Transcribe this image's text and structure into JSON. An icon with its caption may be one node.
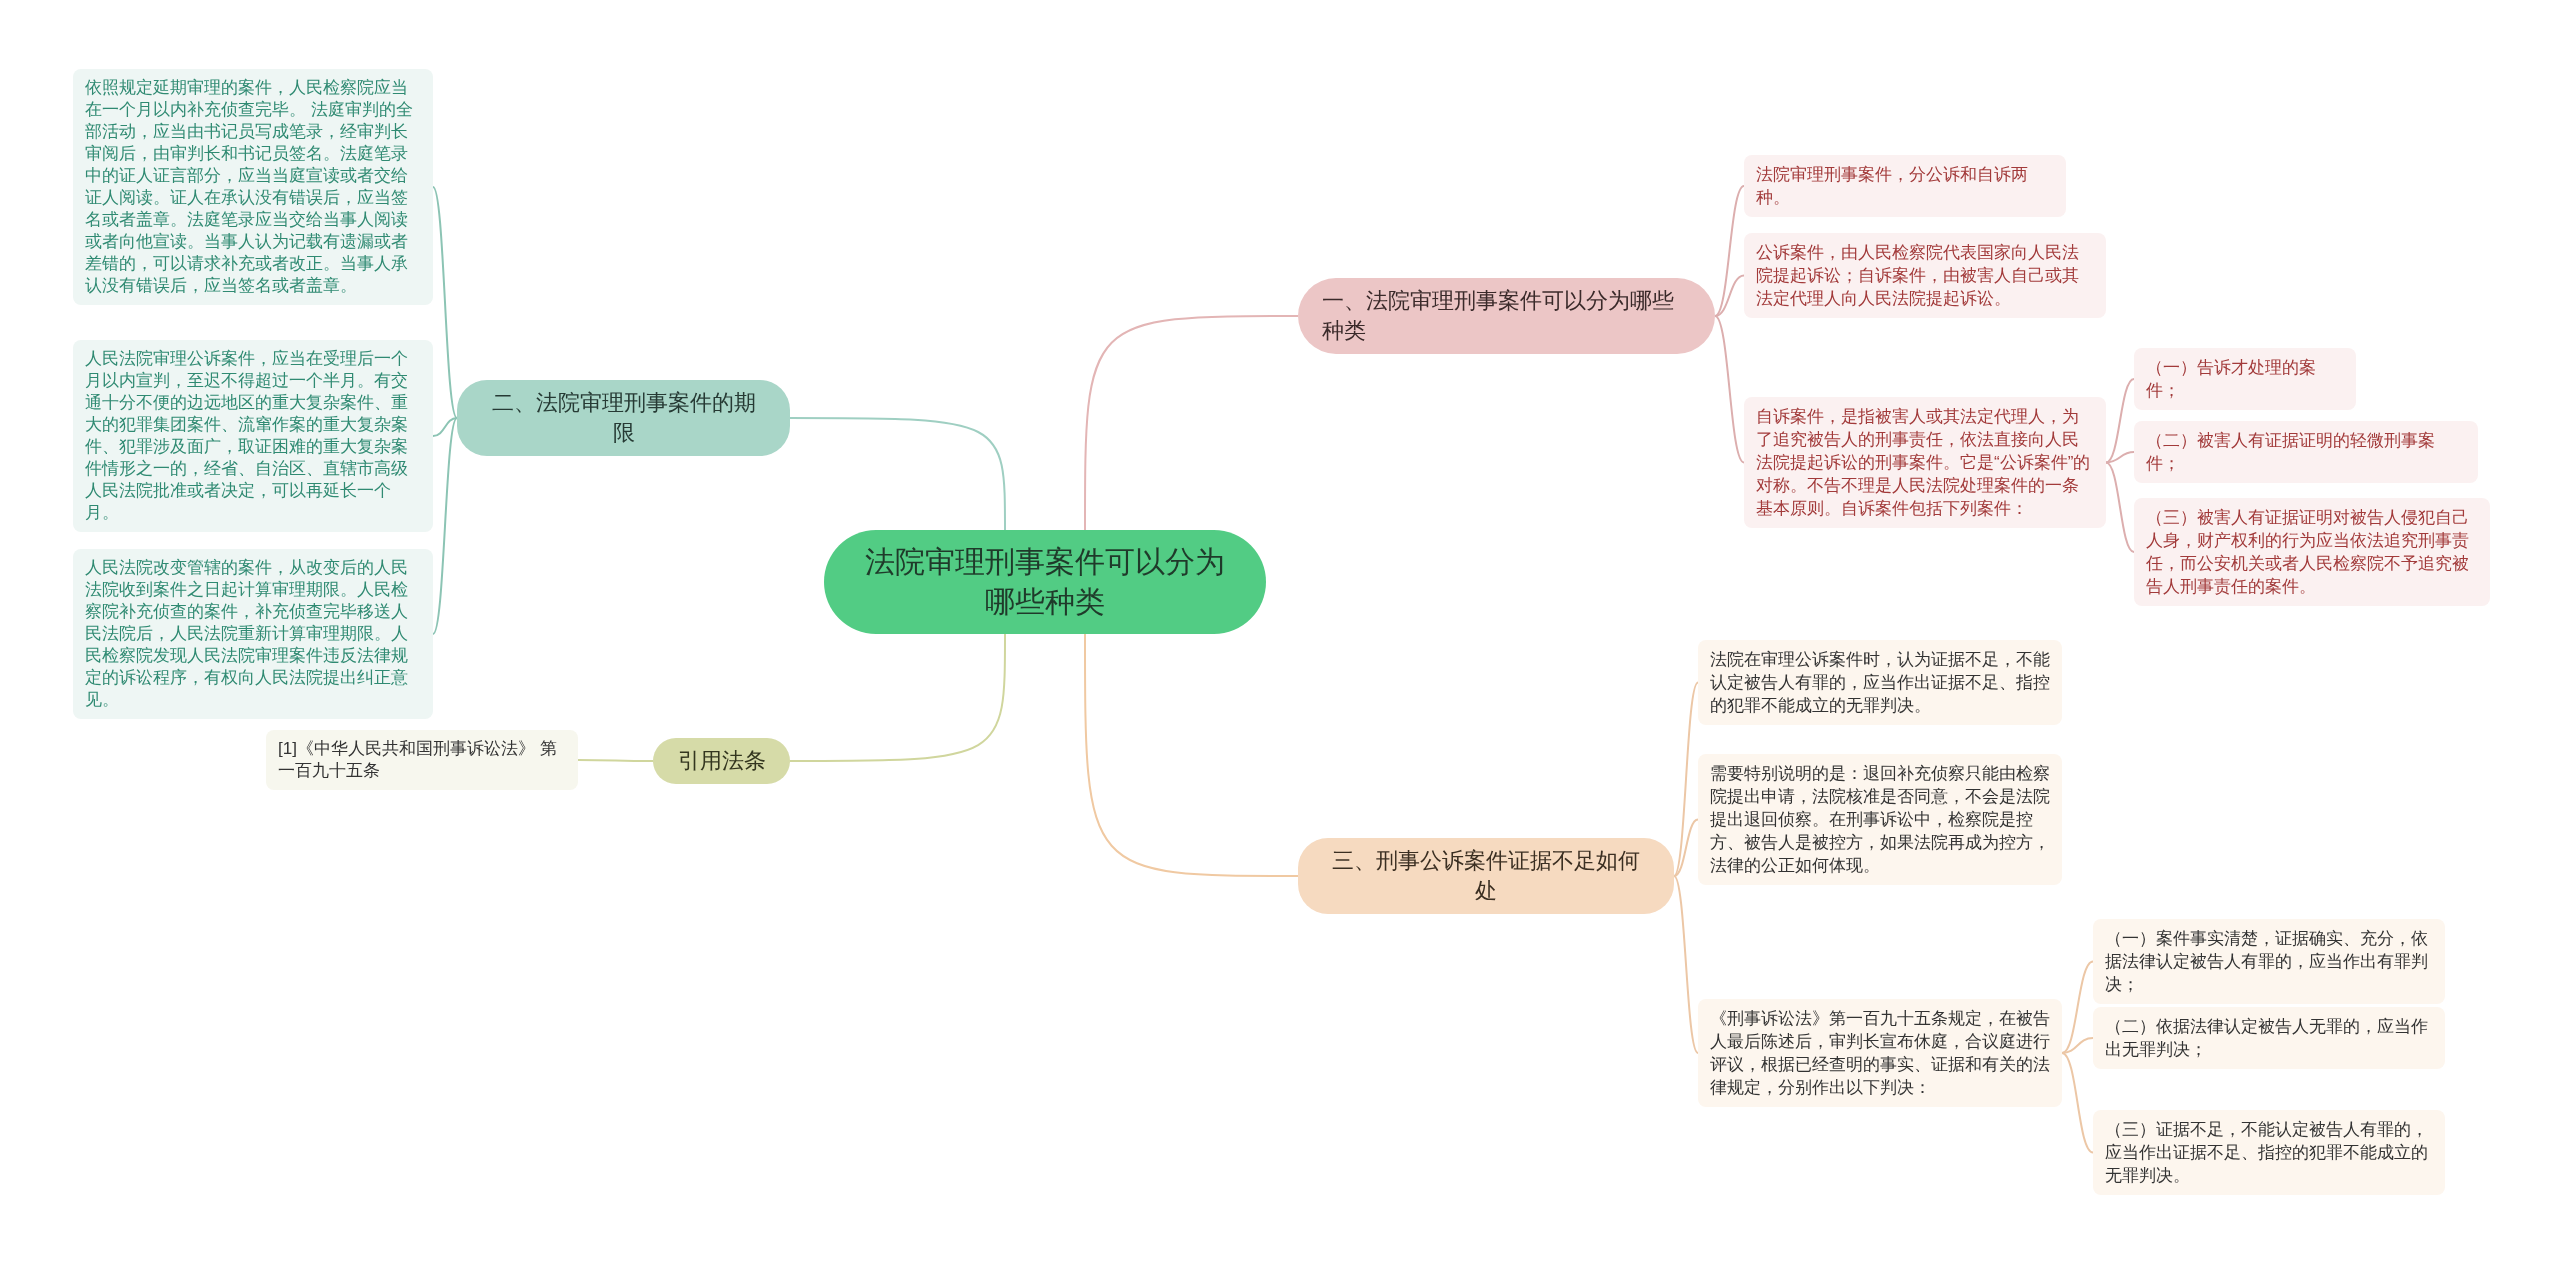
{
  "diagram": {
    "nodes": [
      {
        "text": [
          "法院审理刑事案件可以分为哪些种类"
        ]
      },
      {
        "text": [
          "一、法院审理刑事案件可以分为哪些种类"
        ]
      },
      {
        "text": [
          "法院审理刑事案件，分公诉和自诉两种。"
        ]
      },
      {
        "text": [
          "公诉案件，由人民检察院代表国家向人民法院提起诉讼；自诉案件，由被害人自己或其法定代理人向人民法院提起诉讼。"
        ]
      },
      {
        "text": [
          "自诉案件，是指被害人或其法定代理人，为了追究被告人的刑事责任，依法直接向人民法院提起诉讼的刑事案件。它是“公诉案件”的对称。不告不理是人民法院处理案件的一条基本原则。自诉案件包括下列案件："
        ]
      },
      {
        "text": [
          "（一）告诉才处理的案件；"
        ]
      },
      {
        "text": [
          "（二）被害人有证据证明的轻微刑事案件；"
        ]
      },
      {
        "text": [
          "（三）被害人有证据证明对被告人侵犯自己人身，财产权利的行为应当依法追究刑事责任，而公安机关或者人民检察院不予追究被告人刑事责任的案件。"
        ]
      },
      {
        "text": [
          "二、法院审理刑事案件的期限"
        ]
      },
      {
        "text": [
          "依照规定延期审理的案件，人民检察院应当在一个月以内补充侦查完毕。 法庭审判的全部活动，应当由书记员写成笔录，经审判长审阅后，由审判长和书记员签名。法庭笔录中的证人证言部分，应当当庭宣读或者交给证人阅读。证人在承认没有错误后，应当签名或者盖章。法庭笔录应当交给当事人阅读或者向他宣读。当事人认为记载有遗漏或者差错的，可以请求补充或者改正。当事人承认没有错误后，应当签名或者盖章。"
        ]
      },
      {
        "text": [
          "人民法院审理公诉案件，应当在受理后一个月以内宣判，至迟不得超过一个半月。有交通十分不便的边远地区的重大复杂案件、重大的犯罪集团案件、流窜作案的重大复杂案件、犯罪涉及面广，取证困难的重大复杂案件情形之一的，经省、自治区、直辖市高级人民法院批准或者决定，可以再延长一个月。"
        ]
      },
      {
        "text": [
          "人民法院改变管辖的案件，从改变后的人民法院收到案件之日起计算审理期限。人民检察院补充侦查的案件，补充侦查完毕移送人民法院后，人民法院重新计算审理期限。人民检察院发现人民法院审理案件违反法律规定的诉讼程序，有权向人民法院提出纠正意见。"
        ]
      },
      {
        "text": [
          "引用法条"
        ]
      },
      {
        "text": [
          "[1]《中华人民共和国刑事诉讼法》 第一百九十五条"
        ]
      },
      {
        "text": [
          "三、刑事公诉案件证据不足如何处"
        ]
      },
      {
        "text": [
          "法院在审理公诉案件时，认为证据不足，不能认定被告人有罪的，应当作出证据不足、指控的犯罪不能成立的无罪判决。"
        ]
      },
      {
        "text": [
          "需要特别说明的是：退回补充侦察只能由检察院提出申请，法院核准是否同意，不会是法院提出退回侦察。在刑事诉讼中，检察院是控方、被告人是被控方，如果法院再成为控方，法律的公正如何体现。"
        ]
      },
      {
        "text": [
          "《刑事诉讼法》第一百九十五条规定，在被告人最后陈述后，审判长宣布休庭，合议庭进行评议，根据已经查明的事实、证据和有关的法律规定，分别作出以下判决："
        ]
      },
      {
        "text": [
          "（一）案件事实清楚，证据确实、充分，依据法律认定被告人有罪的，应当作出有罪判决；"
        ]
      },
      {
        "text": [
          "（二）依据法律认定被告人无罪的，应当作出无罪判决；"
        ]
      },
      {
        "text": [
          "（三）证据不足，不能认定被告人有罪的，应当作出证据不足、指控的犯罪不能成立的无罪判决。"
        ]
      }
    ],
    "edges": [
      {
        "from": 0,
        "to": 1,
        "arrow": "none",
        "color": "#e3b5b5"
      },
      {
        "from": 1,
        "to": 2,
        "arrow": "none",
        "color": "#dcaeae"
      },
      {
        "from": 1,
        "to": 3,
        "arrow": "none",
        "color": "#dcaeae"
      },
      {
        "from": 1,
        "to": 4,
        "arrow": "none",
        "color": "#dcaeae"
      },
      {
        "from": 4,
        "to": 5,
        "arrow": "none",
        "color": "#dcaeae"
      },
      {
        "from": 4,
        "to": 6,
        "arrow": "none",
        "color": "#dcaeae"
      },
      {
        "from": 4,
        "to": 7,
        "arrow": "none",
        "color": "#dcaeae"
      },
      {
        "from": 0,
        "to": 8,
        "arrow": "none",
        "color": "#9fcfc2"
      },
      {
        "from": 8,
        "to": 9,
        "arrow": "none",
        "color": "#8cc4b4"
      },
      {
        "from": 8,
        "to": 10,
        "arrow": "none",
        "color": "#8cc4b4"
      },
      {
        "from": 8,
        "to": 11,
        "arrow": "none",
        "color": "#8cc4b4"
      },
      {
        "from": 0,
        "to": 12,
        "arrow": "none",
        "color": "#d0d69d"
      },
      {
        "from": 12,
        "to": 13,
        "arrow": "none",
        "color": "#d0d69d"
      },
      {
        "from": 0,
        "to": 14,
        "arrow": "none",
        "color": "#f0c9a2"
      },
      {
        "from": 14,
        "to": 15,
        "arrow": "none",
        "color": "#ecc7a6"
      },
      {
        "from": 14,
        "to": 16,
        "arrow": "none",
        "color": "#ecc7a6"
      },
      {
        "from": 14,
        "to": 17,
        "arrow": "none",
        "color": "#ecc7a6"
      },
      {
        "from": 17,
        "to": 18,
        "arrow": "none",
        "color": "#ecc7a6"
      },
      {
        "from": 17,
        "to": 19,
        "arrow": "none",
        "color": "#ecc7a6"
      },
      {
        "from": 17,
        "to": 20,
        "arrow": "none",
        "color": "#ecc7a6"
      }
    ]
  }
}
